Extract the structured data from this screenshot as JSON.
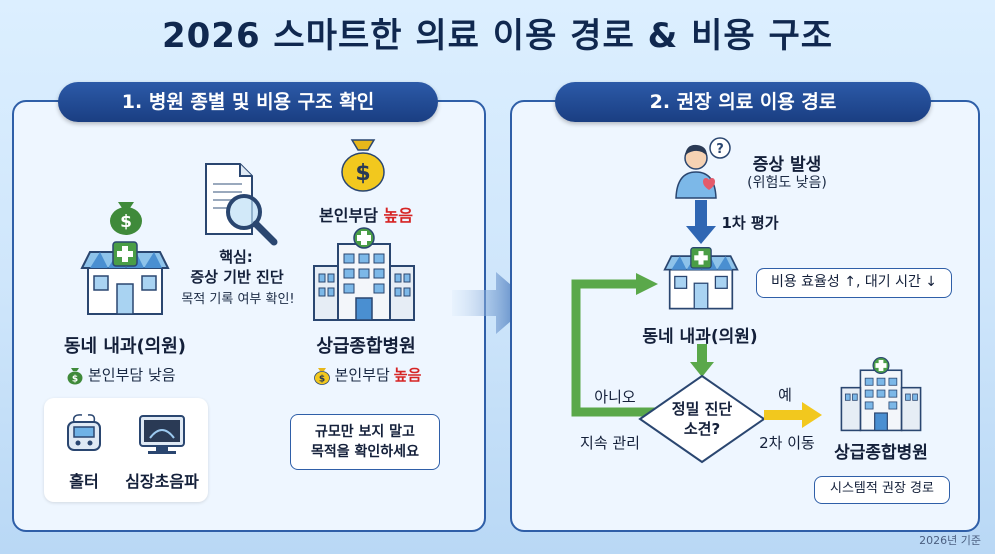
{
  "title": "2026 스마트한 의료 이용 경로 & 비용 구조",
  "left": {
    "header": "1. 병원 종별 및 비용 구조 확인",
    "clinic_name": "동네 내과(의원)",
    "clinic_cost": "본인부담 낮음",
    "devices": [
      "홀터",
      "심장초음파"
    ],
    "key_title": "핵심:",
    "key_line1": "증상 기반 진단",
    "key_line2": "목적 기록 여부 확인!",
    "cost_high_prefix": "본인부담",
    "cost_high_word": "높음",
    "hospital_name": "상급종합병원",
    "hospital_cost_prefix": "본인부담",
    "hospital_cost_word": "높음",
    "advice_line1": "규모만 보지 말고",
    "advice_line2": "목적을 확인하세요"
  },
  "right": {
    "header": "2. 권장 의료 이용 경로",
    "symptom_title": "증상 발생",
    "symptom_sub": "(위험도 낮음)",
    "step1": "1차 평가",
    "clinic_name": "동네 내과(의원)",
    "benefit": "비용 효율성 ↑, 대기 시간 ↓",
    "decision_line1": "정밀 진단",
    "decision_line2": "소견?",
    "no_label": "아니오",
    "yes_label": "예",
    "continue_label": "지속 관리",
    "second_move": "2차 이동",
    "hospital_name": "상급종합병원",
    "system_note": "시스템적 권장 경로"
  },
  "footer": "2026년 기준",
  "colors": {
    "navy": "#1a3e82",
    "green": "#5aa84a",
    "yellow": "#f2c81e",
    "red": "#d62424",
    "panel_bg": "#eef6ff"
  }
}
